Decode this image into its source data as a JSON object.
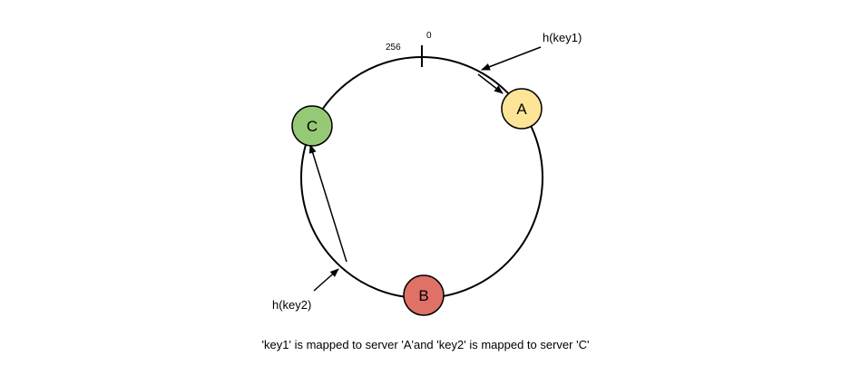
{
  "ring": {
    "top_label": "0",
    "wrap_label": "256"
  },
  "servers": [
    {
      "id": "A",
      "label": "A",
      "color": "#fde597"
    },
    {
      "id": "B",
      "label": "B",
      "color": "#e07167"
    },
    {
      "id": "C",
      "label": "C",
      "color": "#96c975"
    }
  ],
  "keys": [
    {
      "id": "key1",
      "label": "h(key1)",
      "maps_to": "A"
    },
    {
      "id": "key2",
      "label": "h(key2)",
      "maps_to": "C"
    }
  ],
  "caption": "'key1' is mapped to server 'A'and 'key2' is mapped to server 'C'",
  "colors": {
    "stroke": "#000000",
    "background": "#ffffff"
  }
}
